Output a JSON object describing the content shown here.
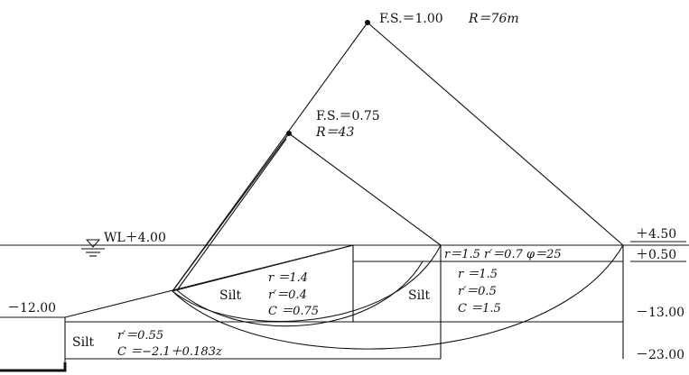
{
  "circles": [
    {
      "fs_label": "F.S.＝1.00",
      "r_label": "R＝76m"
    },
    {
      "fs_label": "F.S.＝0.75",
      "r_label": "R＝43"
    }
  ],
  "water_level": {
    "label": "WL＋4.00"
  },
  "elevations": {
    "right_top": "＋4.50",
    "right_fill_base": "＋0.50",
    "right_silt_base": "－13.00",
    "right_bottom": "－23.00",
    "left_seabed": "－12.00"
  },
  "layers": {
    "fill_layer": {
      "text": "r＝1.5  r′＝0.7  φ＝25"
    },
    "silt_slope": {
      "name": "Silt",
      "lines": [
        "r ＝1.4",
        "r′＝0.4",
        "C ＝0.75"
      ]
    },
    "silt_under_crest": {
      "name": "Silt",
      "lines": [
        "r ＝1.5",
        "r′＝0.5",
        "C ＝1.5"
      ]
    },
    "silt_bottom": {
      "name": "Silt",
      "lines": [
        "r′＝0.55",
        "C ＝−2.1＋0.183z"
      ]
    }
  }
}
